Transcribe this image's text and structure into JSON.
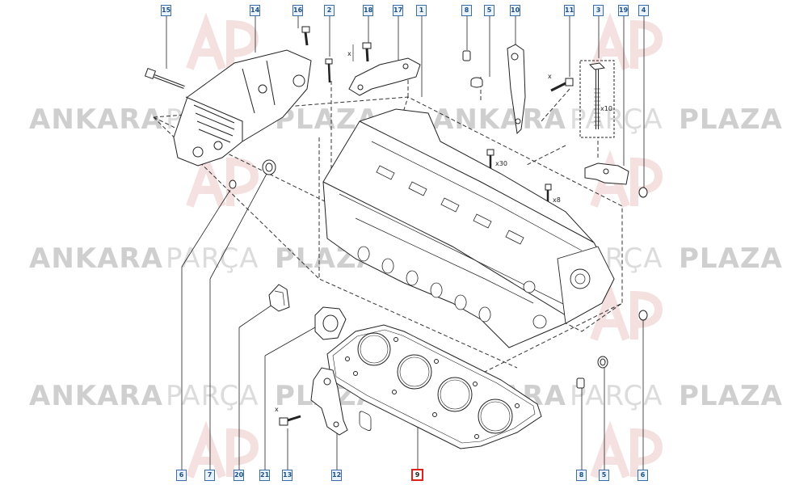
{
  "watermark": {
    "word1": "ANKARA",
    "word2": "PARÇA",
    "word3": "PLAZA",
    "logo": "AP"
  },
  "colors": {
    "callout_border": "#3b6ea8",
    "callout_fill": "#eaf2fb",
    "selected_border": "#e0201b",
    "line": "#222222",
    "watermark": "#cfcfcf"
  },
  "selected_part": "9",
  "callouts_top": [
    "15",
    "14",
    "16",
    "2",
    "18",
    "17",
    "1",
    "8",
    "5",
    "10",
    "11",
    "3",
    "19",
    "4"
  ],
  "callouts_bottom": [
    "6",
    "7",
    "20",
    "21",
    "13",
    "12",
    "9",
    "8",
    "5",
    "6"
  ],
  "quantities": {
    "q_x10": "x10",
    "q_x30": "x30",
    "q_x8": "x8",
    "dim_x_left": "x",
    "dim_x_bolt11": "x",
    "dim_x_bolt13": "x"
  }
}
